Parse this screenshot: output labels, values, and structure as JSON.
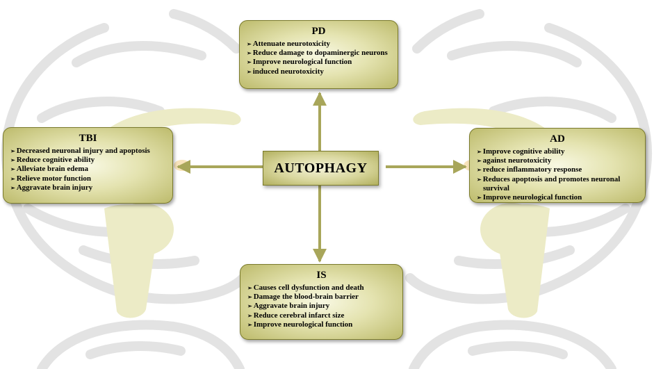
{
  "center": {
    "label": "AUTOPHAGY"
  },
  "boxes": {
    "pd": {
      "title": "PD",
      "items": [
        "Attenuate neurotoxicity",
        "Reduce damage to dopaminergic neurons",
        "Improve neurological function",
        "induced neurotoxicity"
      ]
    },
    "tbi": {
      "title": "TBI",
      "items": [
        "Decreased neuronal injury and apoptosis",
        "Reduce cognitive ability",
        "Alleviate brain edema",
        "Relieve motor function",
        "Aggravate brain injury"
      ]
    },
    "ad": {
      "title": "AD",
      "items": [
        "Improve cognitive ability",
        "against neurotoxicity",
        "reduce inflammatory response",
        "Reduces apoptosis and promotes neuronal survival",
        "Improve neurological function"
      ]
    },
    "is": {
      "title": "IS",
      "items": [
        "Causes cell dysfunction and death",
        "Damage the blood-brain barrier",
        "Aggravate brain injury",
        "Reduce cerebral infarct size",
        "Improve neurological function"
      ]
    }
  },
  "colors": {
    "arrow": "#a8a65a",
    "box_border": "#7a7a2c",
    "brain_outline": "#e6e6e6",
    "brainstem": "#ecebc6"
  }
}
